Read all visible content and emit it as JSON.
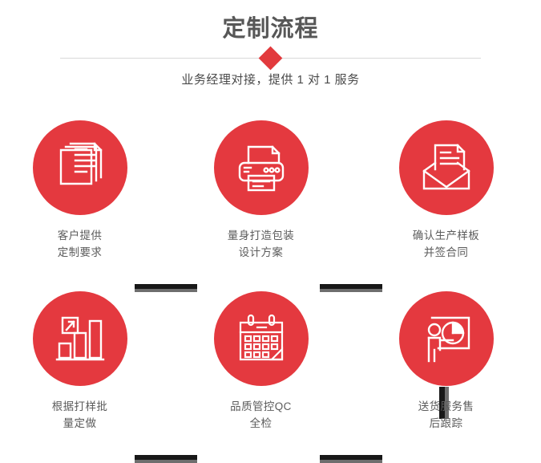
{
  "header": {
    "title": "定制流程",
    "subtitle": "业务经理对接，提供 1 对 1 服务",
    "divider_icon": "diamond-marker",
    "accent_color": "#e23a3d",
    "title_color": "#575757",
    "divider_color": "#d8d8d8"
  },
  "theme": {
    "circle_color": "#e4393f",
    "connector_color": "#181818",
    "connector_shadow_color": "#6e6e6e",
    "label_color": "#5c5c5c",
    "background": "#ffffff"
  },
  "flow": {
    "steps": [
      {
        "index": 1,
        "icon": "documents-stack-icon",
        "label": "客户提供\n定制要求"
      },
      {
        "index": 2,
        "icon": "printer-icon",
        "label": "量身打造包装\n设计方案"
      },
      {
        "index": 3,
        "icon": "envelope-document-icon",
        "label": "确认生产样板\n并签合同"
      },
      {
        "index": 4,
        "icon": "bar-chart-growth-icon",
        "label": "根据打样批\n量定做"
      },
      {
        "index": 5,
        "icon": "calendar-icon",
        "label": "品质管控QC\n全检"
      },
      {
        "index": 6,
        "icon": "presenter-pie-chart-icon",
        "label": "送货服务售\n后跟踪"
      }
    ],
    "connectors": [
      {
        "id": 1,
        "orientation": "horizontal",
        "from": 1,
        "to": 2
      },
      {
        "id": 2,
        "orientation": "horizontal",
        "from": 2,
        "to": 3
      },
      {
        "id": 3,
        "orientation": "vertical",
        "from": 3,
        "to": 6
      },
      {
        "id": 4,
        "orientation": "horizontal",
        "from": 4,
        "to": 5
      },
      {
        "id": 5,
        "orientation": "horizontal",
        "from": 5,
        "to": 6
      }
    ]
  }
}
